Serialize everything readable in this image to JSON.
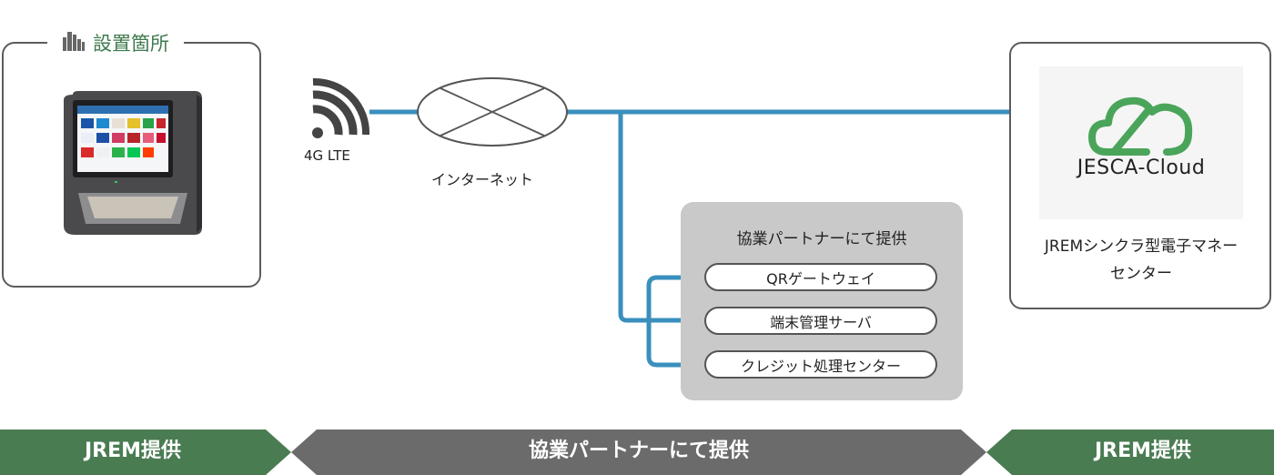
{
  "install": {
    "title": "設置箇所",
    "icon": "building-icon"
  },
  "network": {
    "lte_label": "4G LTE",
    "internet_label": "インターネット"
  },
  "cloud": {
    "logo_text": "JESCA-Cloud",
    "caption_line1": "JREMシンクラ型電子マネー",
    "caption_line2": "センター"
  },
  "partner": {
    "title": "協業パートナーにて提供",
    "items": [
      "QRゲートウェイ",
      "端末管理サーバ",
      "クレジット処理センター"
    ]
  },
  "bottom": {
    "left": "JREM提供",
    "middle": "協業パートナーにて提供",
    "right": "JREM提供"
  },
  "colors": {
    "line": "#3a8fbd",
    "green": "#4a7c52",
    "gray": "#6b6b6b",
    "partner_bg": "#c9c9c9",
    "logo_green": "#4aa55a"
  }
}
